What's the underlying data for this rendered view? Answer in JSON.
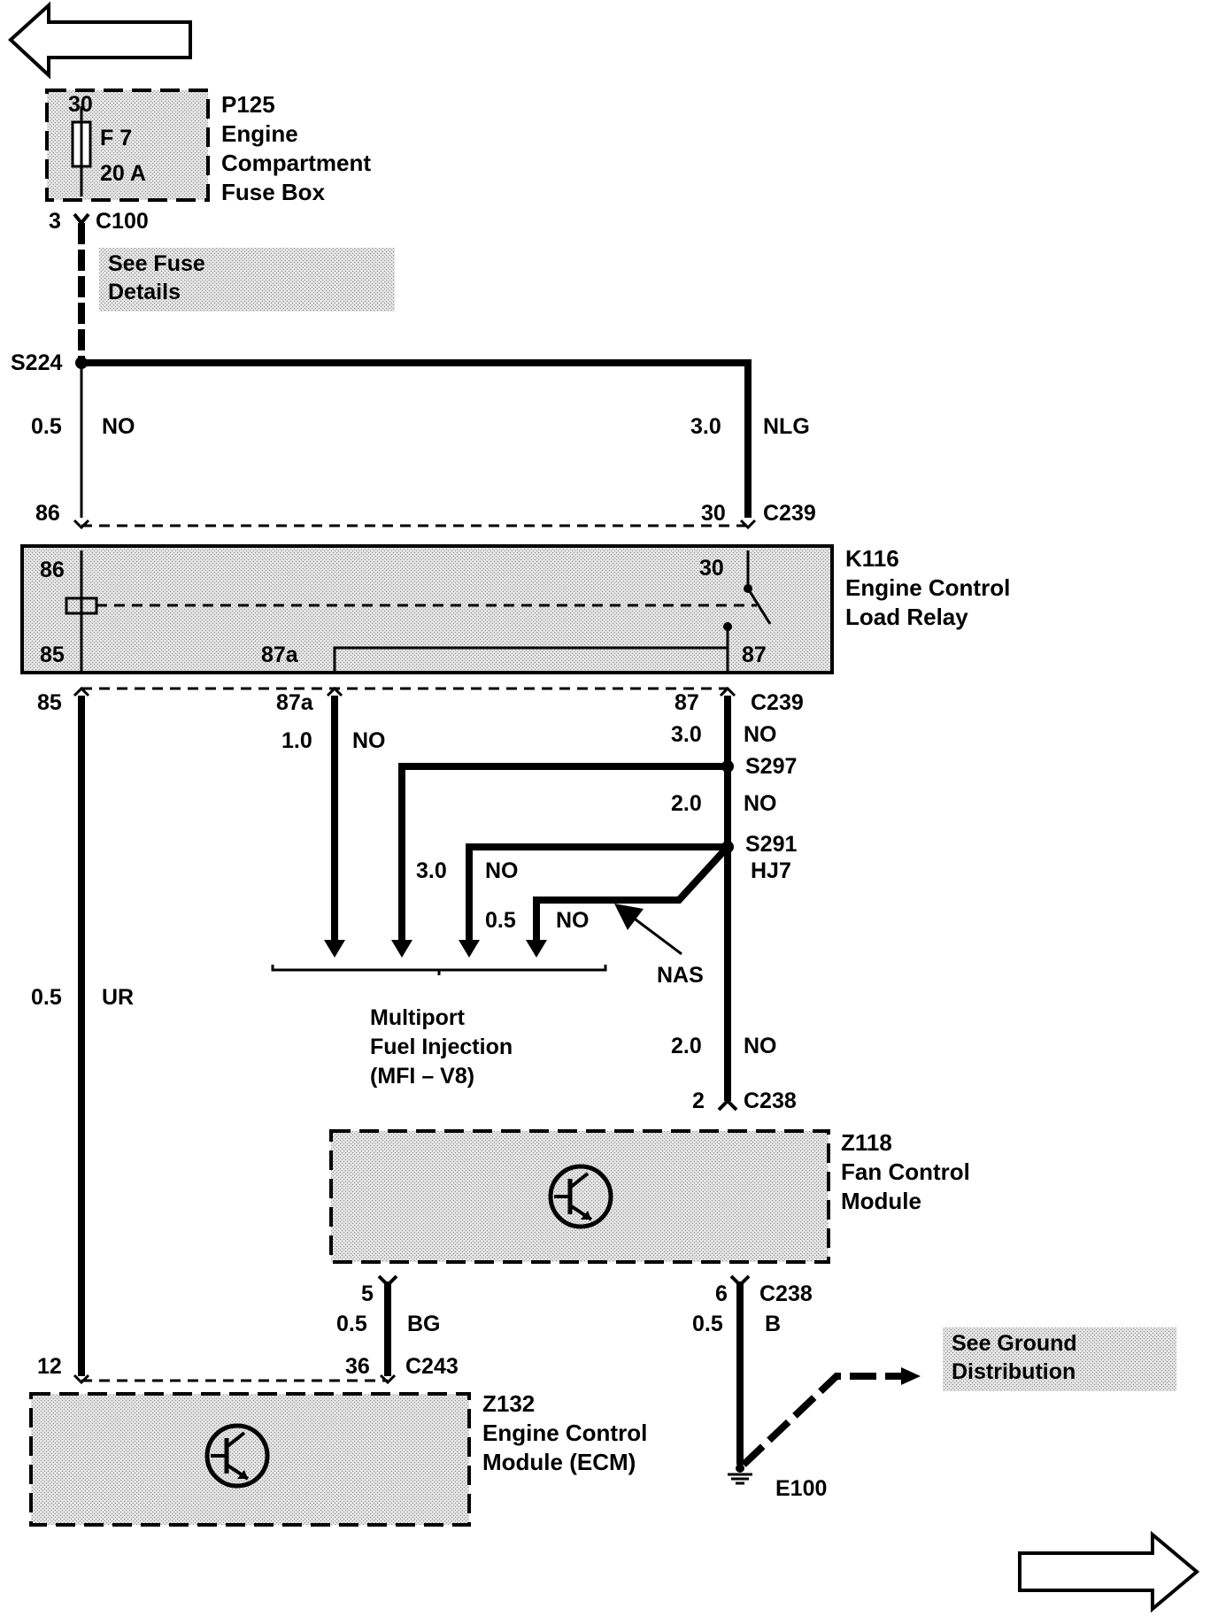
{
  "fuse_box": {
    "id": "P125",
    "name_line1": "Engine",
    "name_line2": "Compartment",
    "name_line3": "Fuse Box",
    "pin": "30",
    "fuse": "F 7",
    "rating": "20 A"
  },
  "c100": {
    "pin": "3",
    "id": "C100"
  },
  "fuse_details": {
    "line1": "See Fuse",
    "line2": "Details"
  },
  "splice_s224": "S224",
  "wire_left_top": {
    "size": "0.5",
    "color": "NO"
  },
  "wire_right_top": {
    "size": "3.0",
    "color": "NLG"
  },
  "c239_top": {
    "left_pin": "86",
    "right_pin": "30",
    "id": "C239"
  },
  "relay": {
    "id": "K116",
    "name_line1": "Engine Control",
    "name_line2": "Load Relay",
    "pin_86": "86",
    "pin_30": "30",
    "pin_85": "85",
    "pin_87a": "87a",
    "pin_87": "87"
  },
  "c239_bottom": {
    "pin_85": "85",
    "pin_87a": "87a",
    "pin_87": "87",
    "id": "C239"
  },
  "wire_87a": {
    "size": "1.0",
    "color": "NO"
  },
  "wire_87": {
    "size": "3.0",
    "color": "NO"
  },
  "splice_s297": "S297",
  "wire_s297_s291": {
    "size": "2.0",
    "color": "NO"
  },
  "splice_s291": {
    "id": "S291",
    "sub": "HJ7"
  },
  "wire_branch3": {
    "size": "3.0",
    "color": "NO"
  },
  "wire_branch4": {
    "size": "0.5",
    "color": "NO"
  },
  "nas": "NAS",
  "mfi": {
    "line1": "Multiport",
    "line2": "Fuel Injection",
    "line3": "(MFI – V8)"
  },
  "wire_ur": {
    "size": "0.5",
    "color": "UR"
  },
  "wire_to_c238": {
    "size": "2.0",
    "color": "NO"
  },
  "c238_top": {
    "pin": "2",
    "id": "C238"
  },
  "fan_module": {
    "id": "Z118",
    "name_line1": "Fan Control",
    "name_line2": "Module"
  },
  "wire_bg": {
    "pin": "5",
    "size": "0.5",
    "color": "BG"
  },
  "wire_b": {
    "pin": "6",
    "id": "C238",
    "size": "0.5",
    "color": "B"
  },
  "c243": {
    "left_pin": "12",
    "right_pin": "36",
    "id": "C243"
  },
  "ground_ref": {
    "line1": "See Ground",
    "line2": "Distribution"
  },
  "ecm": {
    "id": "Z132",
    "name_line1": "Engine Control",
    "name_line2": "Module (ECM)"
  },
  "ground": "E100"
}
